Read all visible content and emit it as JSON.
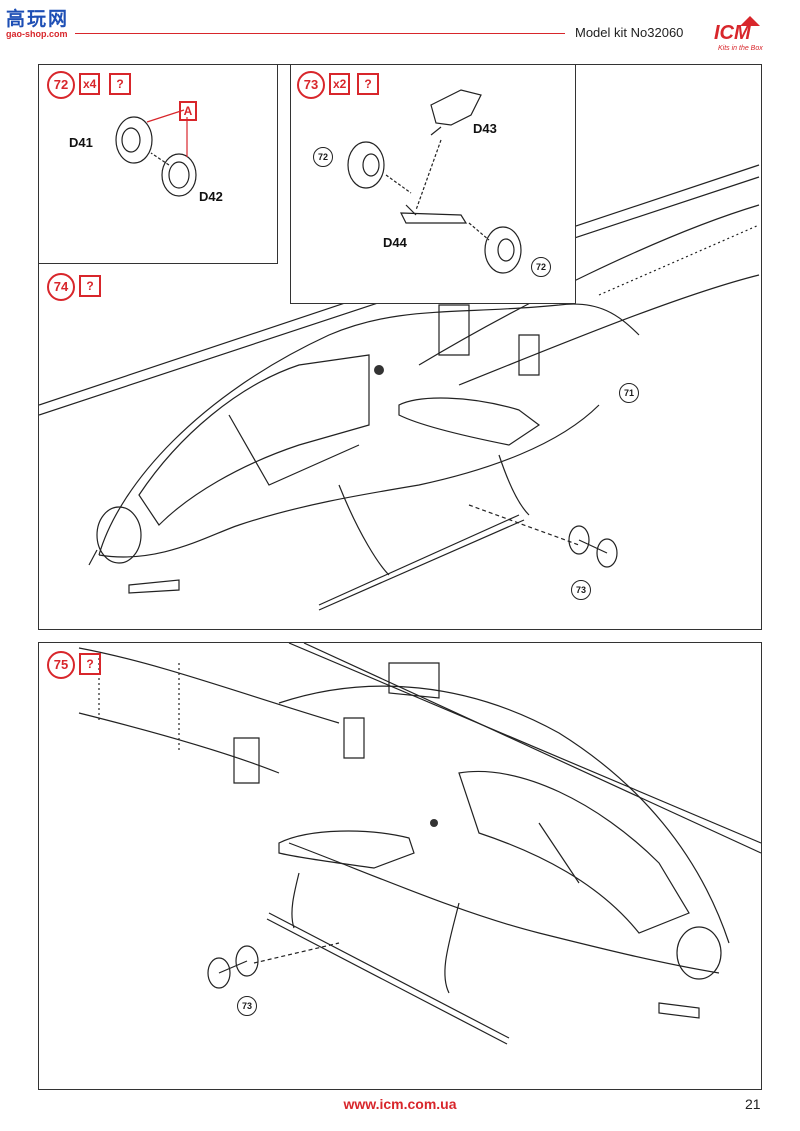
{
  "watermark": {
    "cn": "高玩网",
    "sub": "gao-shop.com"
  },
  "header": {
    "model": "Model kit No32060",
    "logo": "ICM",
    "logo_tagline": "Kits in the Box"
  },
  "steps": [
    {
      "id": "72",
      "qty": "x4",
      "marker": "?"
    },
    {
      "id": "73",
      "qty": "x2",
      "marker": "?"
    },
    {
      "id": "74",
      "marker": "?"
    },
    {
      "id": "75",
      "marker": "?"
    }
  ],
  "labels": {
    "d41": "D41",
    "d42": "D42",
    "d43": "D43",
    "d44": "D44",
    "glue_a": "A",
    "c72a": "72",
    "c72b": "72",
    "c71": "71",
    "c73a": "73",
    "c73b": "73"
  },
  "footer": {
    "url": "www.icm.com.ua",
    "page": "21"
  }
}
